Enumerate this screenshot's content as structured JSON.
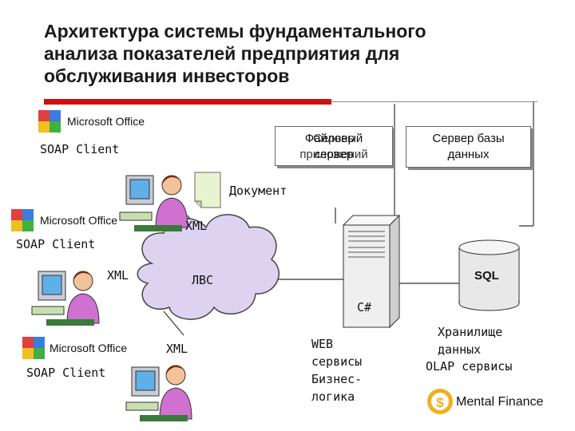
{
  "title": {
    "line1": "Архитектура системы фундаментального",
    "line2": "анализа показателей предприятия  для",
    "line3": "обслуживания инвесторов"
  },
  "clients": [
    {
      "office": "Microsoft Office",
      "soap": "SOAP Client"
    },
    {
      "office": "Microsoft Office",
      "soap": "SOAP Client"
    },
    {
      "office": "Microsoft Office",
      "soap": "SOAP Client"
    }
  ],
  "xml_labels": [
    "XML",
    "XML",
    "XML"
  ],
  "document_label": "Документ",
  "network_label": "ЛВС",
  "file_server": {
    "overlay_a": "Файловый сервер",
    "overlay_b": "Сервер приложений"
  },
  "db_server": {
    "line1": "Сервер базы",
    "line2": "данных"
  },
  "app_server_label": "C#",
  "sql_label": "SQL",
  "web_services": {
    "line1": "WEB",
    "line2": "сервисы",
    "line3": "Бизнес-",
    "line4": "логика"
  },
  "storage": {
    "line1": "Хранилище",
    "line2": "данных",
    "line3": "OLAP сервисы"
  },
  "brand": "Mental Finance",
  "colors": {
    "accent_red": "#cc1111",
    "cloud_fill": "#ddd3f1",
    "server_fill": "#efefef"
  }
}
